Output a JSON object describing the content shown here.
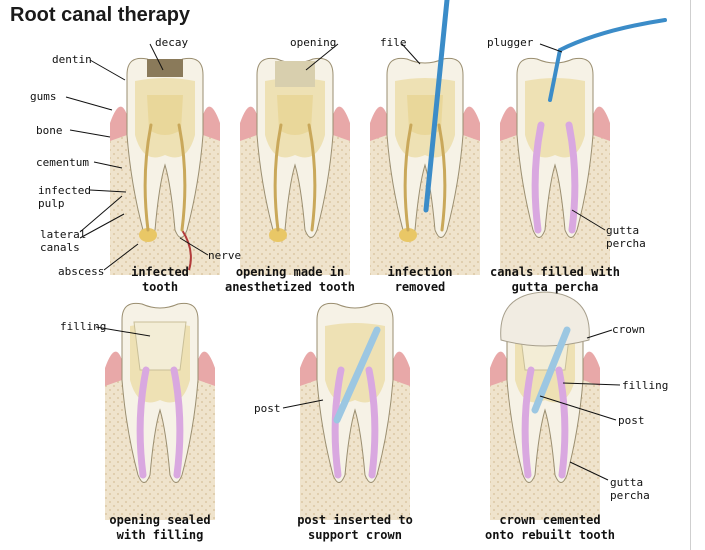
{
  "title": "Root canal therapy",
  "labels": {
    "decay": "decay",
    "dentin": "dentin",
    "gums": "gums",
    "bone": "bone",
    "cementum": "cementum",
    "infected_pulp_1": "infected",
    "infected_pulp_2": "pulp",
    "lateral_canals_1": "lateral",
    "lateral_canals_2": "canals",
    "abscess": "abscess",
    "nerve": "nerve",
    "opening": "opening",
    "file": "file",
    "plugger": "plugger",
    "gutta_percha_1": "gutta",
    "gutta_percha_2": "percha",
    "filling": "filling",
    "post": "post",
    "crown": "crown",
    "filling_2": "filling",
    "post_2": "post",
    "gutta_percha_3": "gutta",
    "gutta_percha_4": "percha"
  },
  "captions": {
    "step1_l1": "infected",
    "step1_l2": "tooth",
    "step2_l1": "opening made in",
    "step2_l2": "anesthetized tooth",
    "step3_l1": "infection",
    "step3_l2": "removed",
    "step4_l1": "canals filled with",
    "step4_l2": "gutta percha",
    "step5_l1": "opening sealed",
    "step5_l2": "with filling",
    "step6_l1": "post inserted to",
    "step6_l2": "support crown",
    "step7_l1": "crown cemented",
    "step7_l2": "onto rebuilt tooth"
  },
  "colors": {
    "bone": "#efe3cc",
    "gum": "#e8a8a8",
    "enamel": "#f6f2e6",
    "dentin": "#eee1b4",
    "pulp": "#e9d79a",
    "gutta_percha": "#d9a8e0",
    "filling": "#f3edd6",
    "post": "#9cc7e2",
    "instrument": "#3b8cc8",
    "crown": "#f1ece2",
    "abscess": "#e9c766",
    "nerve": "#b23a3a"
  }
}
